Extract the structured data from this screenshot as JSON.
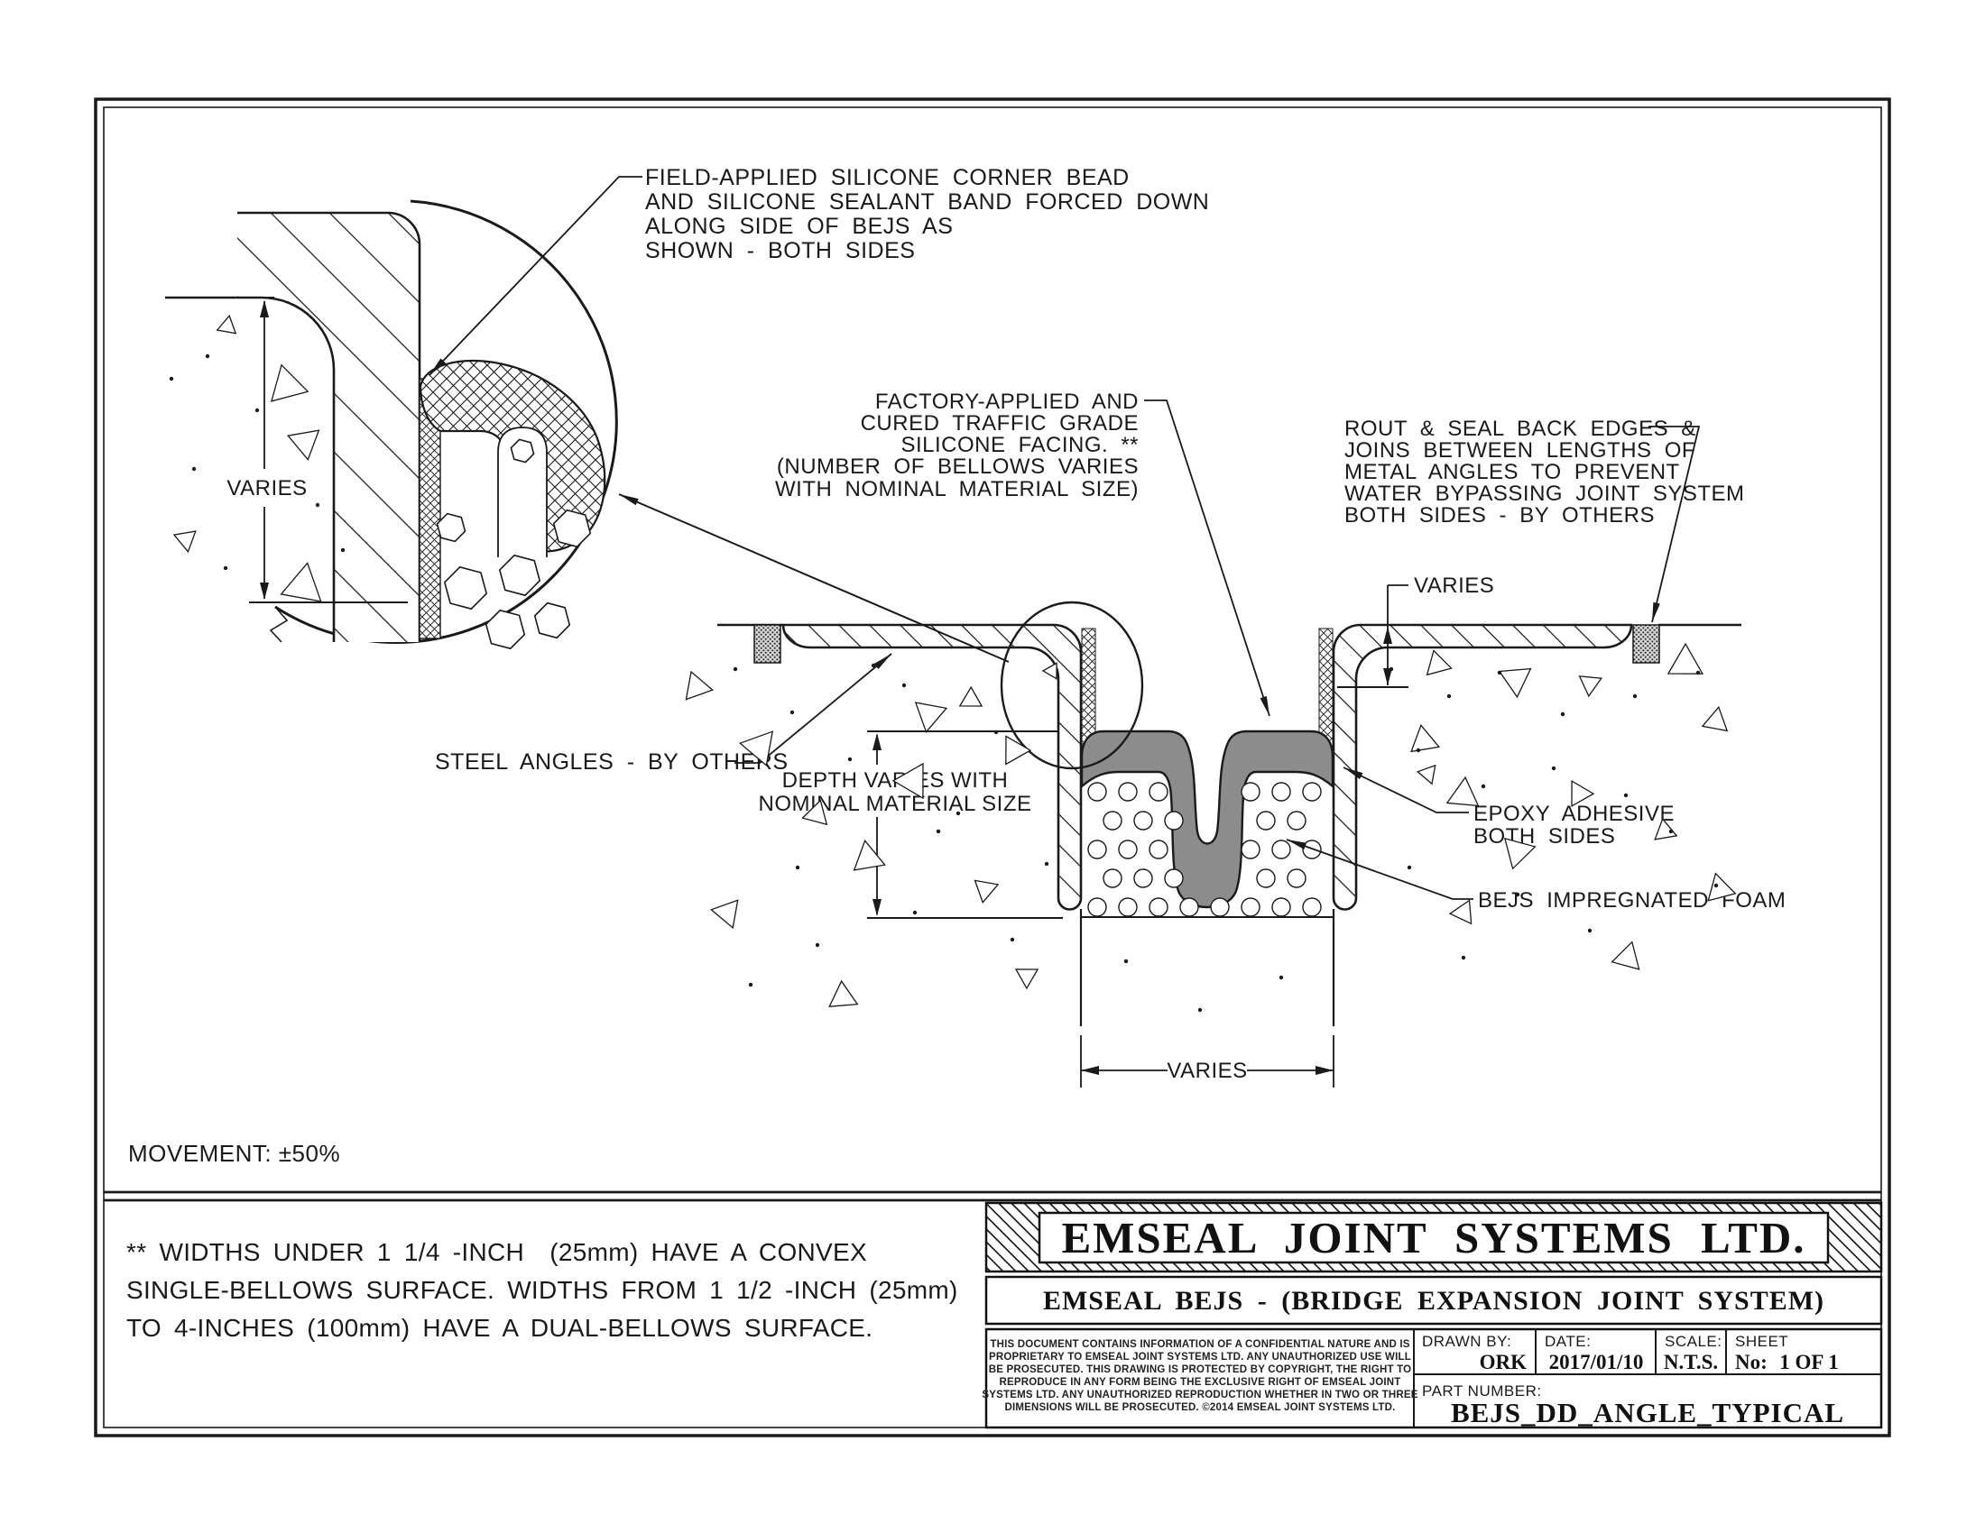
{
  "colors": {
    "line": "#1a1a1a",
    "facing": "#8c8c8c",
    "paper": "#ffffff"
  },
  "annotations": {
    "field_applied": {
      "lines": [
        "FIELD-APPLIED SILICONE CORNER BEAD",
        "AND SILICONE SEALANT BAND FORCED DOWN",
        "ALONG SIDE OF BEJS AS",
        "SHOWN - BOTH SIDES"
      ]
    },
    "factory_applied": {
      "lines": [
        "FACTORY-APPLIED AND",
        "CURED TRAFFIC GRADE",
        "SILICONE FACING. **",
        "(NUMBER OF BELLOWS VARIES",
        "WITH NOMINAL MATERIAL SIZE)"
      ]
    },
    "rout_seal": {
      "lines": [
        "ROUT & SEAL BACK EDGES &",
        "JOINS BETWEEN LENGTHS OF",
        "METAL ANGLES TO PREVENT",
        "WATER BYPASSING JOINT SYSTEM",
        "BOTH SIDES - BY OTHERS"
      ]
    },
    "steel_angles": "STEEL ANGLES - BY OTHERS",
    "depth": {
      "lines": [
        "DEPTH VARIES WITH",
        "NOMINAL MATERIAL SIZE"
      ]
    },
    "epoxy": {
      "lines": [
        "EPOXY ADHESIVE",
        "BOTH SIDES"
      ]
    },
    "bejs_foam": "BEJS IMPREGNATED FOAM",
    "varies": "VARIES",
    "movement": "MOVEMENT: ±50%"
  },
  "note": {
    "lines": [
      "** WIDTHS UNDER 1 1/4 -INCH  (25mm) HAVE A CONVEX",
      "SINGLE-BELLOWS SURFACE. WIDTHS FROM 1 1/2 -INCH (25mm)",
      "TO 4-INCHES (100mm) HAVE A DUAL-BELLOWS SURFACE."
    ]
  },
  "title_block": {
    "company": "EMSEAL JOINT SYSTEMS LTD.",
    "subtitle": "EMSEAL BEJS - (BRIDGE EXPANSION JOINT SYSTEM)",
    "legal_lines": [
      "THIS DOCUMENT CONTAINS INFORMATION OF A CONFIDENTIAL NATURE AND IS",
      "PROPRIETARY TO EMSEAL JOINT SYSTEMS LTD. ANY UNAUTHORIZED USE WILL",
      "BE PROSECUTED. THIS DRAWING IS PROTECTED BY COPYRIGHT, THE RIGHT TO",
      "REPRODUCE IN ANY FORM BEING THE EXCLUSIVE RIGHT OF EMSEAL JOINT",
      "SYSTEMS LTD. ANY UNAUTHORIZED REPRODUCTION WHETHER IN TWO OR THREE",
      "DIMENSIONS WILL BE PROSECUTED. ©2014 EMSEAL JOINT SYSTEMS LTD."
    ],
    "fields": {
      "drawn_by_label": "DRAWN BY:",
      "drawn_by": "ORK",
      "date_label": "DATE:",
      "date": "2017/01/10",
      "scale_label": "SCALE:",
      "scale": "N.T.S.",
      "sheet_label": "SHEET",
      "sheet_no_label": "No:",
      "sheet": "1 OF 1",
      "part_label": "PART NUMBER:",
      "part": "BEJS_DD_ANGLE_TYPICAL"
    }
  }
}
